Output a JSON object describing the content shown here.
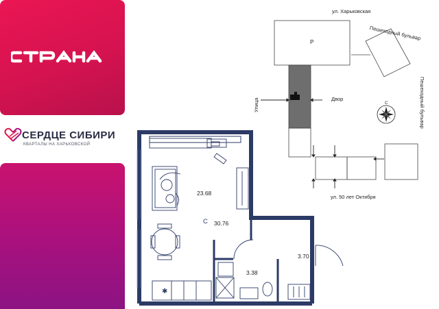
{
  "brand": {
    "logo": "страна",
    "colors": {
      "primary": "#e5154f",
      "accent": "#a3127e"
    }
  },
  "project": {
    "title": "СЕРДЦЕ СИБИРИ",
    "subtitle": "КВАРТАЛЫ НА ХАРЬКОВСКОЙ"
  },
  "map": {
    "street_top": "ул. Харьковская",
    "street_bottom": "ул. 50 лет Октября",
    "street_left": "Улица",
    "courtyard": "Двор",
    "parking": "P",
    "boulevard_1": "Пешеходный бульвар",
    "boulevard_2": "Пешеходный бульвар"
  },
  "plan": {
    "living_area": "23.68",
    "total_area": "30.76",
    "bathroom_area": "3.38",
    "hallway_area": "3.70"
  }
}
